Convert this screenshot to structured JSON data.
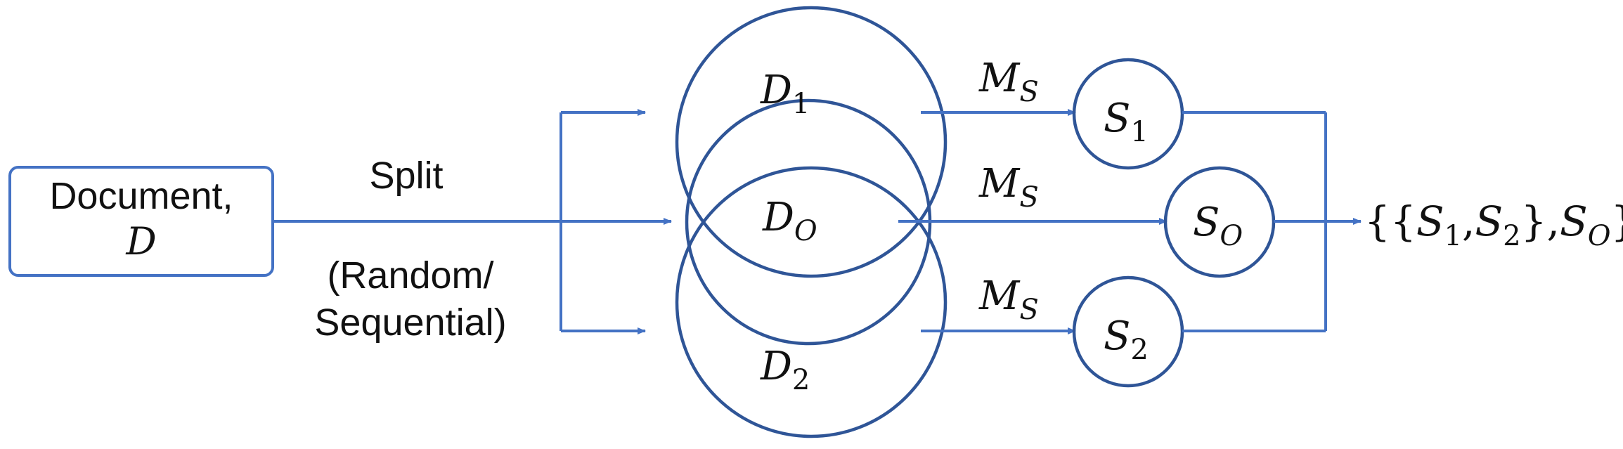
{
  "colors": {
    "line": "#4472C4",
    "circle": "#2F5597",
    "text": "#111111",
    "background": "#ffffff"
  },
  "document_box": {
    "line1": "Document,",
    "line2": "D"
  },
  "split": {
    "label": "Split",
    "mode_line1": "(Random/",
    "mode_line2": "Sequential)"
  },
  "regions": {
    "d1": {
      "base": "D",
      "sub": "1"
    },
    "do": {
      "base": "D",
      "sub": "O"
    },
    "d2": {
      "base": "D",
      "sub": "2"
    }
  },
  "model_labels": [
    {
      "base": "M",
      "sub": "S"
    },
    {
      "base": "M",
      "sub": "S"
    },
    {
      "base": "M",
      "sub": "S"
    }
  ],
  "summaries": {
    "s1": {
      "base": "S",
      "sub": "1"
    },
    "so": {
      "base": "S",
      "sub": "O"
    },
    "s2": {
      "base": "S",
      "sub": "2"
    }
  },
  "output": {
    "open": "{{",
    "s1_base": "S",
    "s1_sub": "1",
    "comma1": ",",
    "s2_base": "S",
    "s2_sub": "2",
    "close_inner": "},",
    "so_base": "S",
    "so_sub": "O",
    "close": "}"
  }
}
